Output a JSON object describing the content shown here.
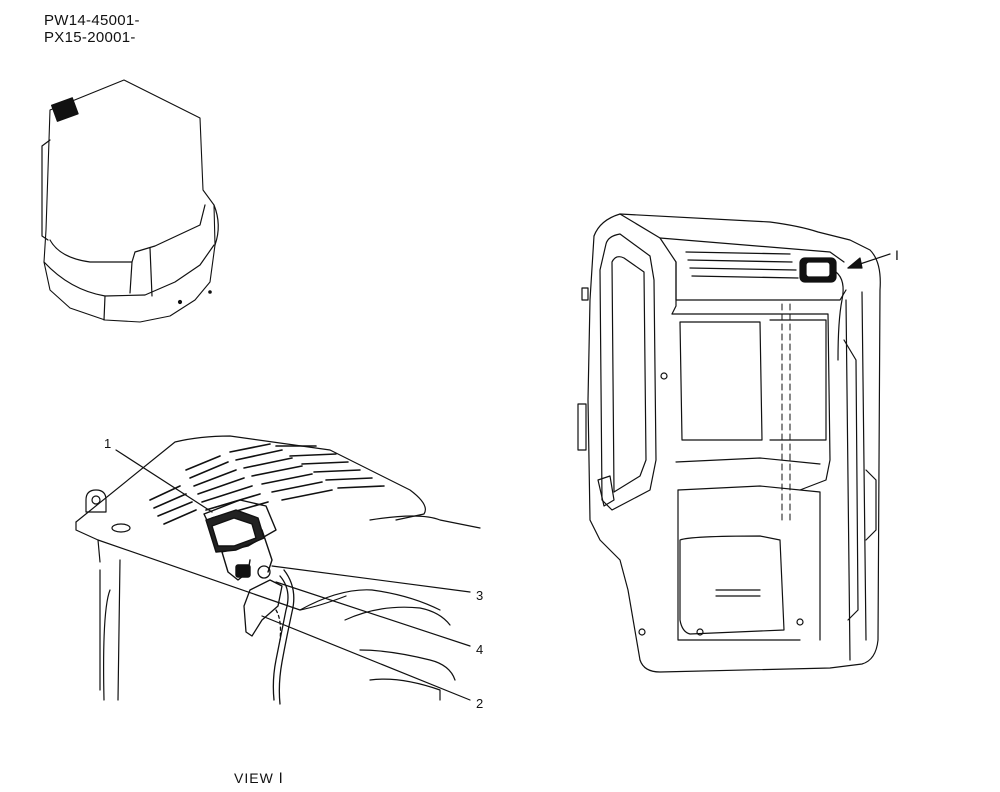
{
  "header": {
    "serials": [
      "PW14-45001-",
      "PX15-20001-"
    ]
  },
  "callouts": {
    "item1": "1",
    "item2": "2",
    "item3": "3",
    "item4": "4",
    "view_marker": "I"
  },
  "view_label": "VIEW Ⅰ",
  "colors": {
    "line": "#111111",
    "paper": "#ffffff"
  }
}
